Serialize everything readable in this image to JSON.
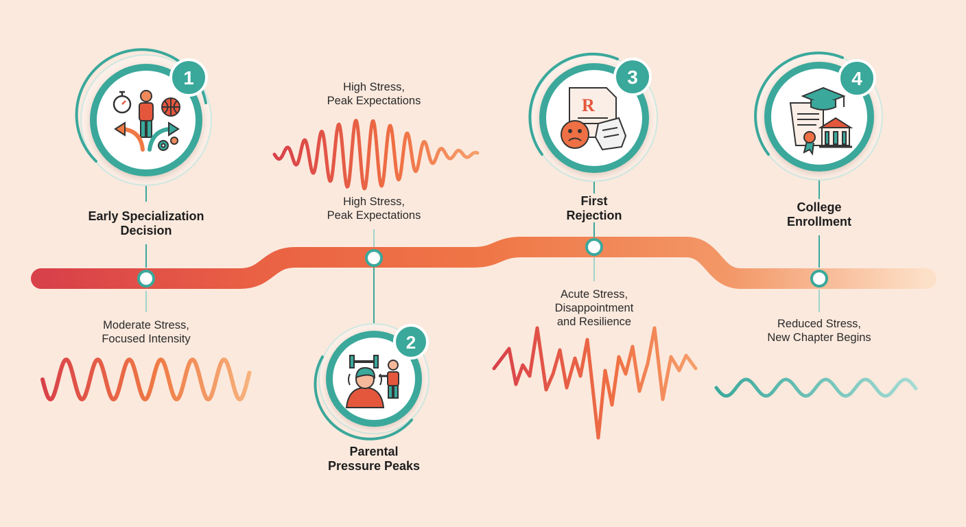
{
  "colors": {
    "background": "#fbe9dd",
    "teal": "#3aa89b",
    "teal_light": "#8fd0c6",
    "stress_red": "#d8404a",
    "stress_orange": "#ef7a45",
    "stress_peach": "#f6b27d",
    "calm_teal": "#4db3a6"
  },
  "milestones": [
    {
      "number": "1",
      "title": "Early Specialization\nDecision",
      "stress_note": "Moderate Stress,\nFocused Intensity",
      "icons": [
        "stopwatch-icon",
        "athlete-icon",
        "basketball-icon",
        "diverging-arrows-icon",
        "gears-icon"
      ]
    },
    {
      "number": "2",
      "title": "Parental\nPressure Peaks",
      "stress_note_top": "High Stress,\nPeak Expectations",
      "stress_note_mid": "High Stress,\nPeak Expectations",
      "icons": [
        "dumbbell-icon",
        "stressed-child-icon",
        "pointing-parent-icon"
      ]
    },
    {
      "number": "3",
      "title": "First\nRejection",
      "stress_note": "Acute Stress,\nDisappointment\nand Resilience",
      "icons": [
        "rejection-letter-icon",
        "sad-face-icon",
        "crumpled-paper-icon"
      ]
    },
    {
      "number": "4",
      "title": "College\nEnrollment",
      "stress_note": "Reduced Stress,\nNew Chapter Begins",
      "icons": [
        "graduation-cap-icon",
        "diploma-scroll-icon",
        "university-building-icon",
        "award-ribbon-icon"
      ]
    }
  ],
  "waves": [
    {
      "name": "moderate-stress-wave",
      "pattern": "regular-moderate"
    },
    {
      "name": "high-stress-wave",
      "pattern": "high-amplitude-burst"
    },
    {
      "name": "acute-stress-wave",
      "pattern": "jagged-spikes"
    },
    {
      "name": "reduced-stress-wave",
      "pattern": "gentle-calm"
    }
  ]
}
